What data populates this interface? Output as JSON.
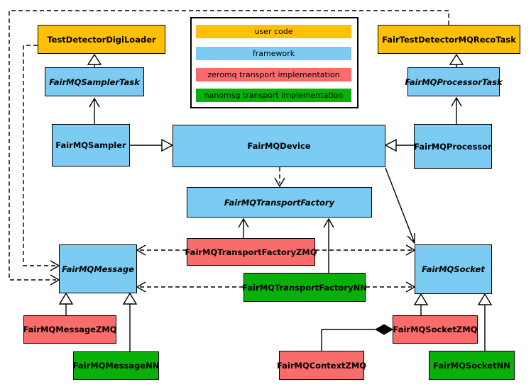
{
  "colors": {
    "user_code": "#FFC107",
    "framework": "#7CCBF2",
    "zeromq": "#F96C6C",
    "nanomsg": "#0AB00A",
    "line": "#000000",
    "background": "#FFFFFF"
  },
  "legend": {
    "items": [
      {
        "label": "user code",
        "color_key": "user_code"
      },
      {
        "label": "framework",
        "color_key": "framework"
      },
      {
        "label": "zeromq transport implementation",
        "color_key": "zeromq"
      },
      {
        "label": "nanomsg transport implementation",
        "color_key": "nanomsg"
      }
    ]
  },
  "nodes": {
    "testDetectorDigiLoader": {
      "label": "TestDetectorDigiLoader",
      "category": "user code",
      "abstract": false
    },
    "fairTestDetectorMQRecoTask": {
      "label": "FairTestDetectorMQRecoTask",
      "category": "user code",
      "abstract": false
    },
    "fairMQSamplerTask": {
      "label": "FairMQSamplerTask",
      "category": "framework",
      "abstract": true
    },
    "fairMQProcessorTask": {
      "label": "FairMQProcessorTask",
      "category": "framework",
      "abstract": true
    },
    "fairMQSampler": {
      "label": "FairMQSampler",
      "category": "framework",
      "abstract": false
    },
    "fairMQDevice": {
      "label": "FairMQDevice",
      "category": "framework",
      "abstract": false
    },
    "fairMQProcessor": {
      "label": "FairMQProcessor",
      "category": "framework",
      "abstract": false
    },
    "fairMQTransportFactory": {
      "label": "FairMQTransportFactory",
      "category": "framework",
      "abstract": true
    },
    "fairMQTransportFactoryZMQ": {
      "label": "FairMQTransportFactoryZMQ",
      "category": "zeromq",
      "abstract": false
    },
    "fairMQTransportFactoryNN": {
      "label": "FairMQTransportFactoryNN",
      "category": "nanomsg",
      "abstract": false
    },
    "fairMQMessage": {
      "label": "FairMQMessage",
      "category": "framework",
      "abstract": true
    },
    "fairMQSocket": {
      "label": "FairMQSocket",
      "category": "framework",
      "abstract": true
    },
    "fairMQMessageZMQ": {
      "label": "FairMQMessageZMQ",
      "category": "zeromq",
      "abstract": false
    },
    "fairMQMessageNN": {
      "label": "FairMQMessageNN",
      "category": "nanomsg",
      "abstract": false
    },
    "fairMQContextZMQ": {
      "label": "FairMQContextZMQ",
      "category": "zeromq",
      "abstract": false
    },
    "fairMQSocketZMQ": {
      "label": "FairMQSocketZMQ",
      "category": "zeromq",
      "abstract": false
    },
    "fairMQSocketNN": {
      "label": "FairMQSocketNN",
      "category": "nanomsg",
      "abstract": false
    }
  },
  "edges": [
    {
      "from": "TestDetectorDigiLoader",
      "to": "FairMQSamplerTask",
      "type": "generalization-triangle"
    },
    {
      "from": "FairTestDetectorMQRecoTask",
      "to": "FairMQProcessorTask",
      "type": "generalization-triangle"
    },
    {
      "from": "FairMQSampler",
      "to": "FairMQSamplerTask",
      "type": "open-arrow"
    },
    {
      "from": "FairMQProcessor",
      "to": "FairMQProcessorTask",
      "type": "open-arrow"
    },
    {
      "from": "FairMQSampler",
      "to": "FairMQDevice",
      "type": "generalization-triangle"
    },
    {
      "from": "FairMQProcessor",
      "to": "FairMQDevice",
      "type": "generalization-triangle"
    },
    {
      "from": "FairMQDevice",
      "to": "FairMQTransportFactory",
      "type": "dashed-open-arrow"
    },
    {
      "from": "FairMQDevice",
      "to": "FairMQSocket",
      "type": "open-arrow"
    },
    {
      "from": "FairMQTransportFactoryZMQ",
      "to": "FairMQTransportFactory",
      "type": "open-arrow"
    },
    {
      "from": "FairMQTransportFactoryNN",
      "to": "FairMQTransportFactory",
      "type": "open-arrow"
    },
    {
      "from": "TestDetectorDigiLoader",
      "to": "FairMQMessage",
      "type": "dashed-open-arrow"
    },
    {
      "from": "FairTestDetectorMQRecoTask",
      "to": "FairMQMessage",
      "type": "dashed-open-arrow"
    },
    {
      "from": "FairMQTransportFactoryZMQ",
      "to": "FairMQMessage",
      "type": "dashed-open-arrow"
    },
    {
      "from": "FairMQTransportFactoryZMQ",
      "to": "FairMQSocket",
      "type": "dashed-open-arrow"
    },
    {
      "from": "FairMQTransportFactoryNN",
      "to": "FairMQMessage",
      "type": "dashed-open-arrow"
    },
    {
      "from": "FairMQTransportFactoryNN",
      "to": "FairMQSocket",
      "type": "dashed-open-arrow"
    },
    {
      "from": "FairMQMessageZMQ",
      "to": "FairMQMessage",
      "type": "generalization-triangle"
    },
    {
      "from": "FairMQMessageNN",
      "to": "FairMQMessage",
      "type": "generalization-triangle"
    },
    {
      "from": "FairMQSocketZMQ",
      "to": "FairMQSocket",
      "type": "generalization-triangle"
    },
    {
      "from": "FairMQSocketNN",
      "to": "FairMQSocket",
      "type": "generalization-triangle"
    },
    {
      "from": "FairMQSocketZMQ",
      "to": "FairMQContextZMQ",
      "type": "composition-diamond"
    }
  ]
}
